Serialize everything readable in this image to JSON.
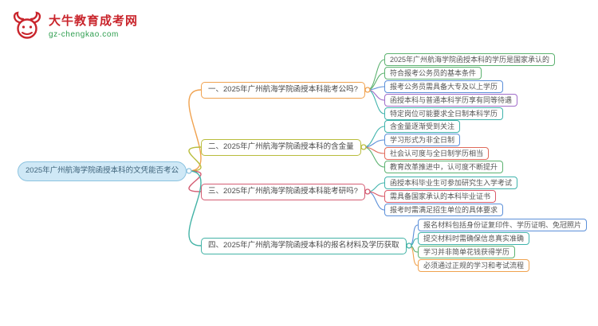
{
  "page": {
    "background": "#ffffff"
  },
  "logo": {
    "title": "大牛教育成考网",
    "url": "gz-chengkao.com",
    "title_color": "#c9252c",
    "url_color": "#2e9e4f"
  },
  "root": {
    "label": "2025年广州航海学院函授本科的文凭能否考公",
    "fill": "#cfe8f6",
    "border": "#8cc3e0"
  },
  "branches": [
    {
      "label": "一、2025年广州航海学院函授本科能考公吗?",
      "color": "#f0a24f",
      "children": [
        {
          "label": "2025年广州航海学院函授本科的学历是国家承认的",
          "color": "#5cb270"
        },
        {
          "label": "符合报考公务员的基本条件",
          "color": "#5cb270"
        },
        {
          "label": "报考公务员需具备大专及以上学历",
          "color": "#5b8fd9"
        },
        {
          "label": "函授本科与普通本科学历享有同等待遇",
          "color": "#a06cc9"
        },
        {
          "label": "特定岗位可能要求全日制本科学历",
          "color": "#3fb3ac"
        }
      ]
    },
    {
      "label": "二、2025年广州航海学院函授本科的含金量",
      "color": "#b9bd3c",
      "children": [
        {
          "label": "含金量逐渐受到关注",
          "color": "#3fb3ac"
        },
        {
          "label": "学习形式为非全日制",
          "color": "#5b8fd9"
        },
        {
          "label": "社会认可度与全日制学历相当",
          "color": "#e06a5a"
        },
        {
          "label": "教育改革推进中，认可度不断提升",
          "color": "#5cb270"
        }
      ]
    },
    {
      "label": "三、2025年广州航海学院函授本科能考研吗?",
      "color": "#d45d73",
      "children": [
        {
          "label": "函授本科毕业生可参加研究生入学考试",
          "color": "#3fb3ac"
        },
        {
          "label": "需具备国家承认的本科毕业证书",
          "color": "#d95b6a"
        },
        {
          "label": "报考时需满足招生单位的具体要求",
          "color": "#5b8fd9"
        }
      ]
    },
    {
      "label": "四、2025年广州航海学院函授本科的报名材料及学历获取",
      "color": "#43b3a6",
      "children": [
        {
          "label": "报名材料包括身份证复印件、学历证明、免冠照片",
          "color": "#5b8fd9"
        },
        {
          "label": "提交材料时需确保信息真实准确",
          "color": "#3fb3ac"
        },
        {
          "label": "学习并非简单花钱获得学历",
          "color": "#5cb270"
        },
        {
          "label": "必须通过正规的学习和考试流程",
          "color": "#f0a24f"
        }
      ]
    }
  ]
}
